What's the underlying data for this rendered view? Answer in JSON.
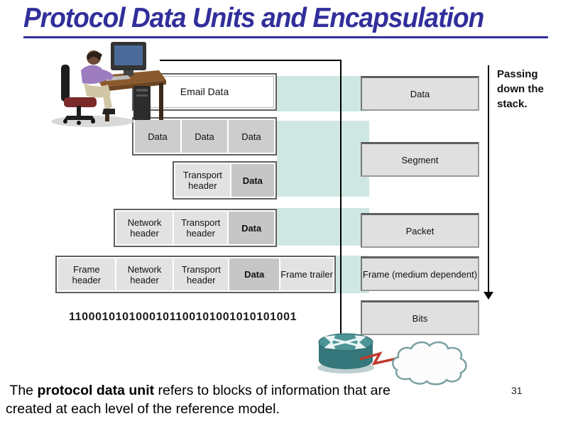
{
  "slide": {
    "title": "Protocol Data Units and Encapsulation",
    "page_number": "31"
  },
  "footer": {
    "lead": " The ",
    "bold": "protocol data unit",
    "rest": " refers to blocks of information that are created at each level of the reference model."
  },
  "diagram": {
    "stack_note": "Passing down the stack.",
    "binary": "1100010101000101100101001010101001",
    "rows": [
      {
        "cells": [
          {
            "label": "Email Data"
          }
        ]
      },
      {
        "cells": [
          {
            "label": "Data"
          },
          {
            "label": "Data"
          },
          {
            "label": "Data"
          }
        ]
      },
      {
        "cells": [
          {
            "label": "Transport header"
          },
          {
            "label": "Data"
          }
        ]
      },
      {
        "cells": [
          {
            "label": "Network header"
          },
          {
            "label": "Transport header"
          },
          {
            "label": "Data"
          }
        ]
      },
      {
        "cells": [
          {
            "label": "Frame header"
          },
          {
            "label": "Network header"
          },
          {
            "label": "Transport header"
          },
          {
            "label": "Data"
          },
          {
            "label": "Frame trailer"
          }
        ]
      }
    ],
    "pdu_boxes": [
      {
        "label": "Data"
      },
      {
        "label": "Segment"
      },
      {
        "label": "Packet"
      },
      {
        "label": "Frame (medium dependent)"
      },
      {
        "label": "Bits"
      }
    ],
    "icons": {
      "person": "person-at-computer",
      "router": "router",
      "cloud": "network-cloud",
      "link": "serial-link-lightning",
      "arrow": "down-arrow"
    }
  },
  "colors": {
    "accent": "#312f9b",
    "band": "#cfe7e3",
    "cell_light": "#e2e2e2",
    "cell_dark": "#c6c6c6",
    "pdu_gray": "#e0e0e0",
    "router_teal": "#3e8585",
    "link_red": "#c0392b"
  }
}
